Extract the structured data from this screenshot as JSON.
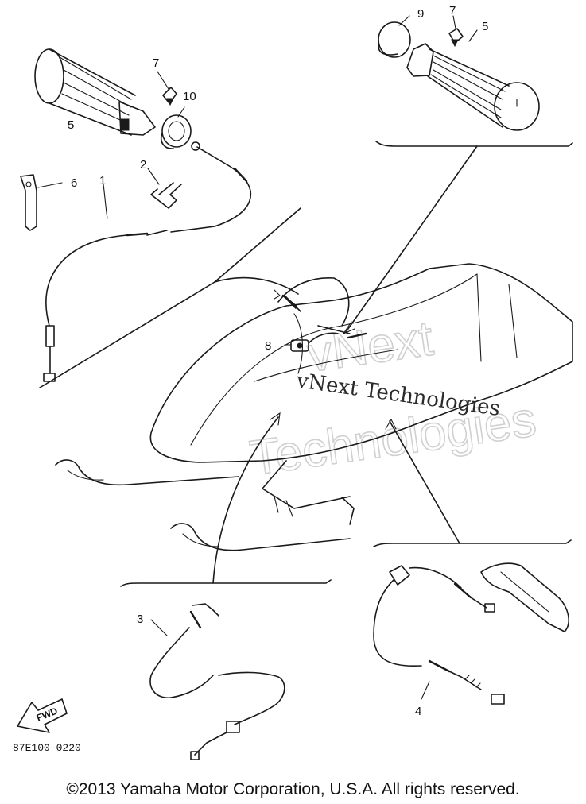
{
  "callouts": {
    "c1": "1",
    "c2": "2",
    "c3": "3",
    "c4": "4",
    "c5a": "5",
    "c5b": "5",
    "c6": "6",
    "c7a": "7",
    "c7b": "7",
    "c8": "8",
    "c9": "9",
    "c10": "10"
  },
  "fwd_label": "FWD",
  "drawing_code": "87E100-0220",
  "watermark": {
    "brand": "vNext",
    "company": "Technologies",
    "full": "vNext Technologies"
  },
  "copyright": "©2013 Yamaha Motor Corporation, U.S.A. All rights reserved."
}
